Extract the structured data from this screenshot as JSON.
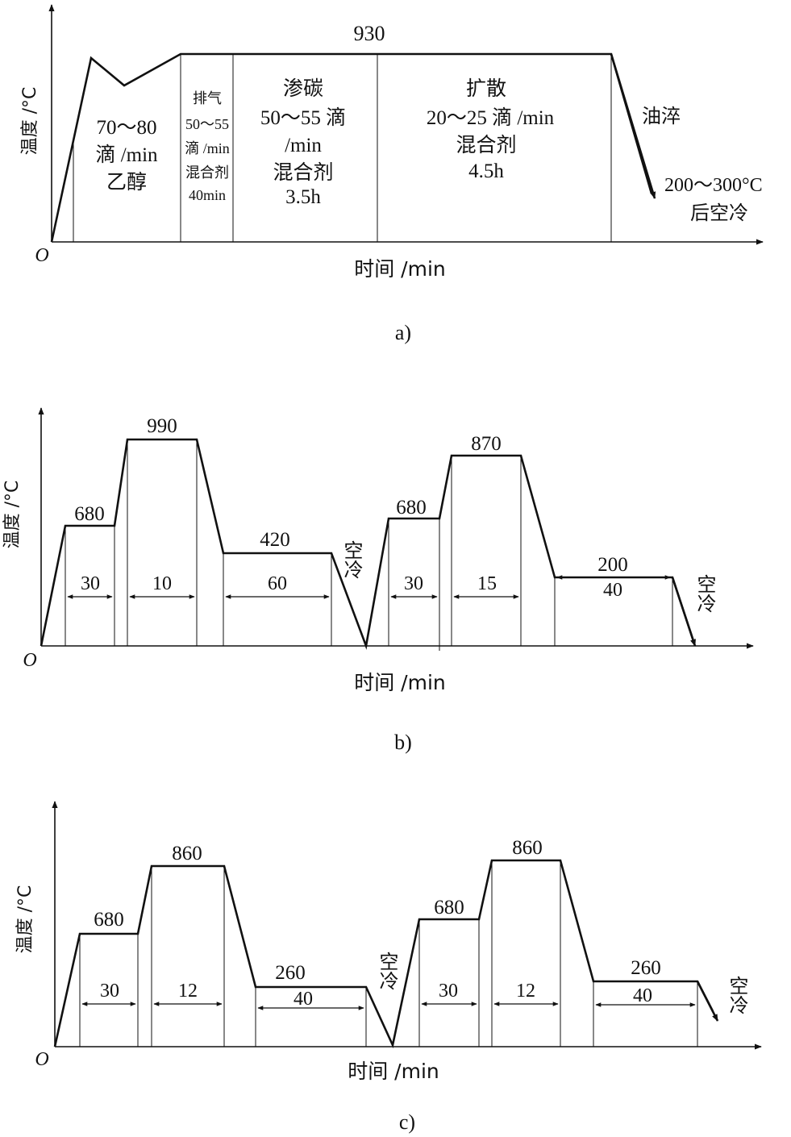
{
  "colors": {
    "ink": "#111111",
    "background": "#ffffff"
  },
  "diagrams": [
    {
      "panel_label": "a)",
      "y_axis_label": "温度 /°C",
      "x_axis_label": "时间 /min",
      "origin_label": "O",
      "temperature_labels": [
        "930"
      ],
      "segment_notes": [
        [
          "70～80",
          "滴 /min",
          "乙醇"
        ],
        [
          "排气",
          "50～55",
          "滴 /min",
          "混合剂",
          "40min"
        ],
        [
          "渗碳",
          "50～55 滴",
          "/min",
          "混合剂",
          "3.5h"
        ],
        [
          "扩散",
          "20～25 滴 /min",
          "混合剂",
          "4.5h"
        ]
      ],
      "quench_labels": [
        "油淬",
        "200～300°C",
        "后空冷"
      ]
    },
    {
      "panel_label": "b)",
      "y_axis_label": "温度 /°C",
      "x_axis_label": "时间 /min",
      "origin_label": "O",
      "temperature_labels": [
        "680",
        "990",
        "420",
        "680",
        "870",
        "200"
      ],
      "hold_times": [
        "30",
        "10",
        "60",
        "30",
        "15",
        "40"
      ],
      "cooling_labels": [
        "空冷",
        "空冷"
      ]
    },
    {
      "panel_label": "c)",
      "y_axis_label": "温度 /°C",
      "x_axis_label": "时间 /min",
      "origin_label": "O",
      "temperature_labels": [
        "680",
        "860",
        "260",
        "680",
        "860",
        "260"
      ],
      "hold_times": [
        "30",
        "12",
        "40",
        "30",
        "12",
        "40"
      ],
      "cooling_labels": [
        "空冷",
        "空冷"
      ]
    }
  ]
}
